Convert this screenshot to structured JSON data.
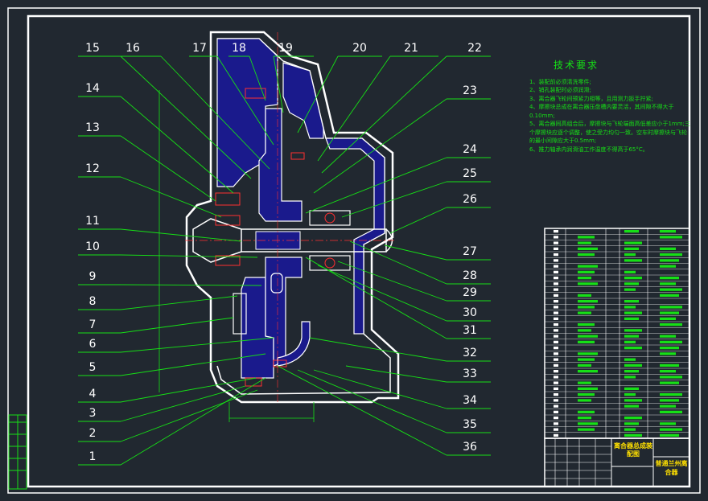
{
  "drawing": {
    "part_numbers": [
      "1",
      "2",
      "3",
      "4",
      "5",
      "6",
      "7",
      "8",
      "9",
      "10",
      "11",
      "12",
      "13",
      "14",
      "15",
      "16",
      "17",
      "18",
      "19",
      "20",
      "21",
      "22",
      "23",
      "24",
      "25",
      "26",
      "27",
      "28",
      "29",
      "30",
      "31",
      "32",
      "33",
      "34",
      "35",
      "36"
    ]
  },
  "tech_requirements": {
    "title": "技术要求",
    "items": [
      "1、装配前必须清洗零件;",
      "2、销孔装配时必须润滑;",
      "3、离合器飞轮间预紧力相等，且用测力扳手拧紧;",
      "4、摩擦块总成在离合器压盘槽内要灵活，其间隙不得大于0.10mm;",
      "5、离合器同高组合后，摩擦块与飞轮端面高低差应小于1mm;三个摩擦块应逐个调整，使之受力均匀一致。空车时摩擦块与飞轮的最小间隙应大于0.5mm;",
      "6、推力轴承内润滑油工作温度不得高于65°C。"
    ]
  },
  "title_block": {
    "assembly_name": "离合器总成装配图",
    "drawing_code": "普通兰州离合器"
  },
  "colors": {
    "background": "#212830",
    "frame": "#ffffff",
    "leader": "#16e016",
    "part_fill": "#1a1a8c",
    "part_outline": "#ffffff",
    "center_line": "#ff3030",
    "title_text": "#ffe000"
  }
}
